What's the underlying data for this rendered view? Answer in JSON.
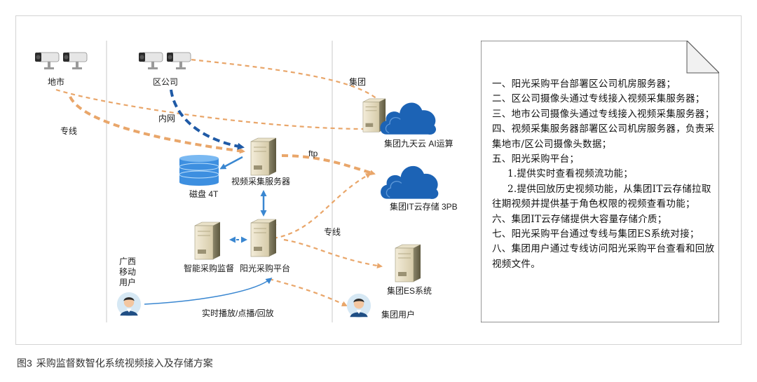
{
  "labels": {
    "dishi": "地市",
    "qugongsi": "区公司",
    "jituan": "集团",
    "zhuanxian_left": "专线",
    "neiwang": "内网",
    "ftp": "ftp",
    "cipan": "磁盘 4T",
    "video_server": "视频采集服务器",
    "ai_cloud": "集团九天云 AI运算",
    "it_cloud": "集团IT云存储 3PB",
    "zhuanxian_mid": "专线",
    "zhineng": "智能采购监督",
    "yangguang": "阳光采购平台",
    "es": "集团ES系统",
    "guangxi_user": "广西\n移动\n用户",
    "realtime": "实时播放/点播/回放",
    "group_user": "集团用户"
  },
  "notes": [
    "一、阳光采购平台部署区公司机房服务器；",
    "二、区公司摄像头通过专线接入视频采集服务器；",
    "三、地市公司摄像头通过专线接入视频采集服务器；",
    "四、视频采集服务器部署区公司机房服务器，负责采集地市/区公司摄像头数据；",
    "五、阳光采购平台；",
    "1.提供实时查看视频流功能；",
    "2.提供回放历史视频功能，从集团IT云存储拉取往期视频并提供基于角色权限的视频查看功能；",
    "六、集团IT云存储提供大容量存储介质；",
    "七、阳光采购平台通过专线与集团ES系统对接；",
    "八、集团用户通过专线访问阳光采购平台查看和回放视频文件。"
  ],
  "caption": {
    "number": "图3",
    "text": "采购监督数智化系统视频接入及存储方案"
  },
  "colors": {
    "orange": "#e9a66a",
    "blue_dark": "#1f5aa6",
    "blue_light": "#3a87d1",
    "cloud": "#1c63b5"
  }
}
